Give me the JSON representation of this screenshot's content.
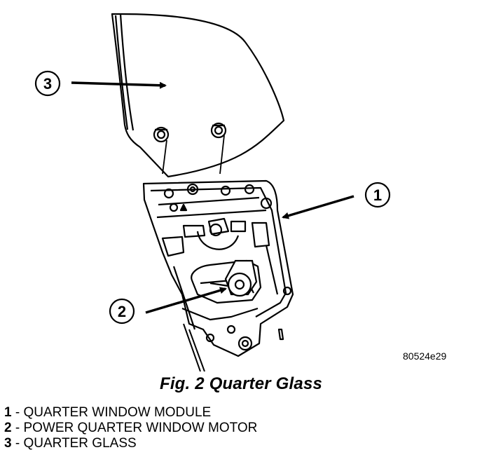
{
  "callouts": [
    {
      "number": "1"
    },
    {
      "number": "2"
    },
    {
      "number": "3"
    }
  ],
  "reference_code": "80524e29",
  "caption": "Fig. 2 Quarter Glass",
  "legend": [
    {
      "number": "1",
      "separator": " - ",
      "label": "QUARTER WINDOW MODULE"
    },
    {
      "number": "2",
      "separator": " - ",
      "label": "POWER QUARTER WINDOW MOTOR"
    },
    {
      "number": "3",
      "separator": " - ",
      "label": "QUARTER GLASS"
    }
  ],
  "colors": {
    "ink": "#000000",
    "paper": "#ffffff"
  }
}
